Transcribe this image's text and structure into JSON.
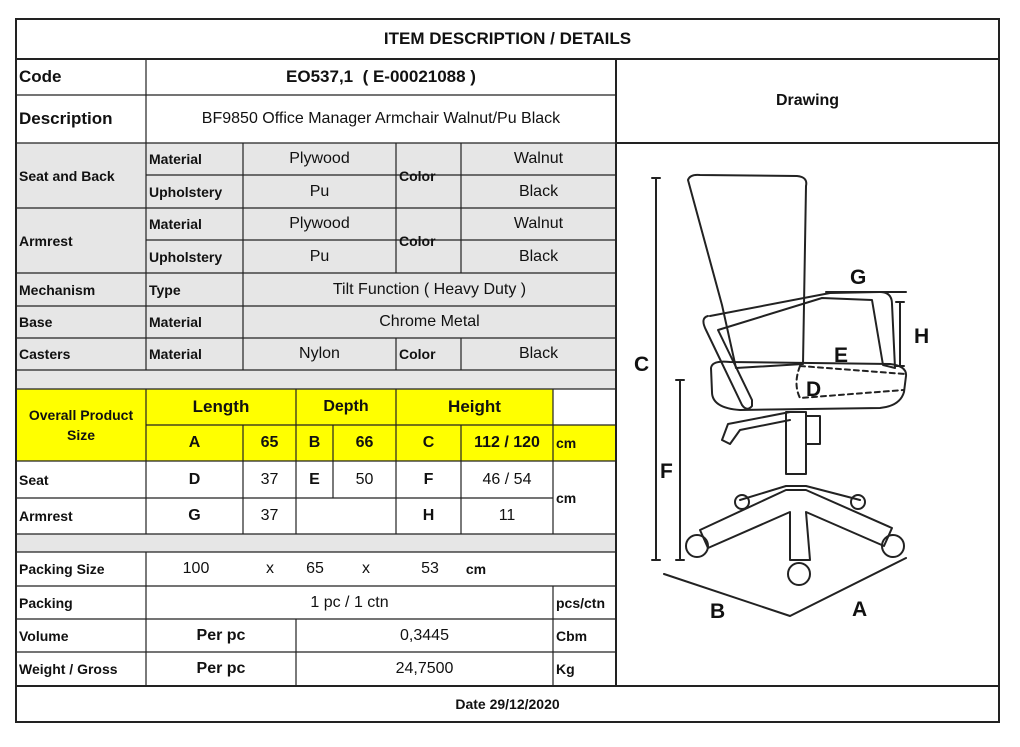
{
  "title": "ITEM DESCRIPTION / DETAILS",
  "code": {
    "label": "Code",
    "value": "EO537,1  ( E-00021088 )"
  },
  "description": {
    "label": "Description",
    "value": "BF9850 Office Manager Armchair Walnut/Pu Black"
  },
  "drawing_label": "Drawing",
  "seat_back": {
    "label": "Seat and Back",
    "material_label": "Material",
    "material": "Plywood",
    "upholstery_label": "Upholstery",
    "upholstery": "Pu",
    "color_label": "Color",
    "color_material": "Walnut",
    "color_upholstery": "Black"
  },
  "armrest": {
    "label": "Armrest",
    "material_label": "Material",
    "material": "Plywood",
    "upholstery_label": "Upholstery",
    "upholstery": "Pu",
    "color_label": "Color",
    "color_material": "Walnut",
    "color_upholstery": "Black"
  },
  "mechanism": {
    "label": "Mechanism",
    "type_label": "Type",
    "value": "Tilt Function ( Heavy Duty )"
  },
  "base": {
    "label": "Base",
    "material_label": "Material",
    "value": "Chrome Metal"
  },
  "casters": {
    "label": "Casters",
    "material_label": "Material",
    "material": "Nylon",
    "color_label": "Color",
    "color": "Black"
  },
  "overall": {
    "label": "Overall Product Size",
    "length": "Length",
    "depth": "Depth",
    "height": "Height",
    "a": "A",
    "a_val": "65",
    "b": "B",
    "b_val": "66",
    "c": "C",
    "c_val": "112 / 120",
    "unit": "cm"
  },
  "seat": {
    "label": "Seat",
    "d": "D",
    "d_val": "37",
    "e": "E",
    "e_val": "50",
    "f": "F",
    "f_val": "46 / 54"
  },
  "armrest_dims": {
    "label": "Armrest",
    "g": "G",
    "g_val": "37",
    "h": "H",
    "h_val": "11",
    "unit": "cm"
  },
  "packing_size": {
    "label": "Packing Size",
    "l": "100",
    "x1": "x",
    "w": "65",
    "x2": "x",
    "h": "53",
    "unit": "cm"
  },
  "packing": {
    "label": "Packing",
    "value": "1 pc / 1 ctn",
    "unit": "pcs/ctn"
  },
  "volume": {
    "label": "Volume",
    "per": "Per pc",
    "value": "0,3445",
    "unit": "Cbm"
  },
  "weight": {
    "label": "Weight / Gross",
    "per": "Per pc",
    "value": "24,7500",
    "unit": "Kg"
  },
  "date": "Date 29/12/2020",
  "drawing_letters": {
    "a": "A",
    "b": "B",
    "c": "C",
    "d": "D",
    "e": "E",
    "f": "F",
    "g": "G",
    "h": "H"
  },
  "colors": {
    "highlight": "#ffff00",
    "shade": "#e6e6e6",
    "line": "#222222"
  }
}
